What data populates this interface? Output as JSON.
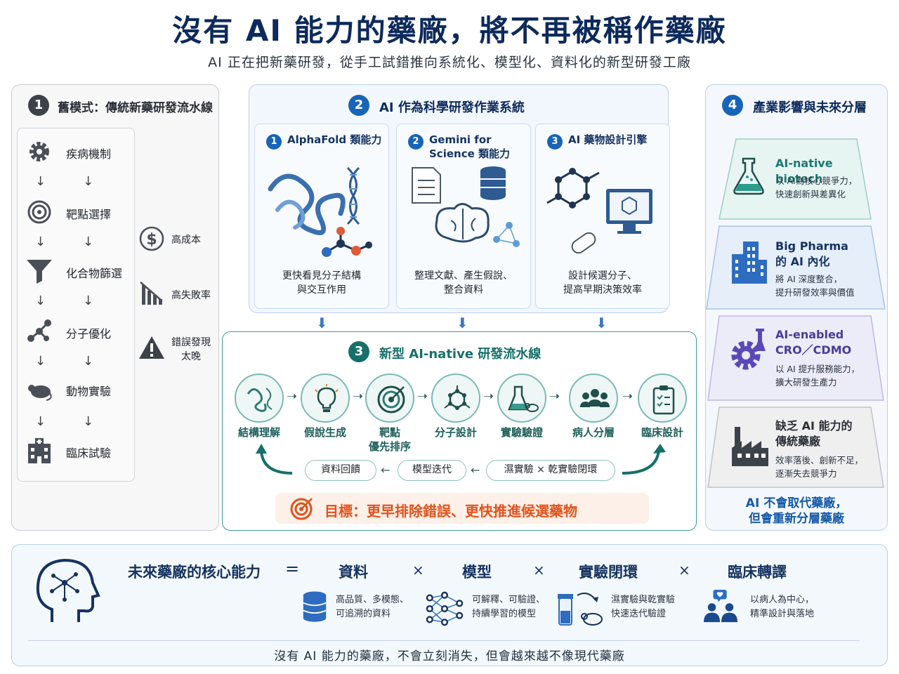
{
  "header": {
    "title": "沒有 AI 能力的藥廠，將不再被稱作藥廠",
    "subtitle": "AI 正在把新藥研發，從手工試錯推向系統化、模型化、資料化的新型研發工廠"
  },
  "panel1": {
    "number": "1",
    "title": "舊模式：傳統新藥研發流水線",
    "steps": [
      "疾病機制",
      "靶點選擇",
      "化合物篩選",
      "分子優化",
      "動物實驗",
      "臨床試驗"
    ],
    "costs": [
      "高成本",
      "高失敗率",
      "錯誤發現",
      "太晚"
    ]
  },
  "panel2": {
    "number": "2",
    "title": "AI 作為科學研發作業系統",
    "cards": [
      {
        "number": "1",
        "title_line1": "AlphaFold 類能力",
        "title_line2": "",
        "desc_line1": "更快看見分子結構",
        "desc_line2": "與交互作用"
      },
      {
        "number": "2",
        "title_line1": "Gemini for",
        "title_line2": "Science 類能力",
        "desc_line1": "整理文獻、產生假說、",
        "desc_line2": "整合資料"
      },
      {
        "number": "3",
        "title_line1": "AI 藥物設計引擎",
        "title_line2": "",
        "desc_line1": "設計候選分子、",
        "desc_line2": "提高早期決策效率"
      }
    ]
  },
  "panel3": {
    "number": "3",
    "title": "新型 AI-native 研發流水線",
    "nodes": [
      "結構理解",
      "假說生成",
      "靶點",
      "分子設計",
      "實驗驗證",
      "病人分層",
      "臨床設計"
    ],
    "node3_line2": "優先排序",
    "loop": [
      "資料回饋",
      "模型迭代",
      "濕實驗 × 乾實驗閉環"
    ],
    "goal": "目標：更早排除錯誤、更快推進候選藥物"
  },
  "panel4": {
    "number": "4",
    "title": "產業影響與未來分層",
    "layers": [
      {
        "title_line1": "AI-native biotech",
        "title_line2": "",
        "desc_line1": "以 AI為核心競爭力，",
        "desc_line2": "快速創新與差異化",
        "color": "#1a7a72"
      },
      {
        "title_line1": "Big Pharma",
        "title_line2": "的 AI 內化",
        "desc_line1": "將 AI 深度整合，",
        "desc_line2": "提升研發效率與價值",
        "color": "#15335f"
      },
      {
        "title_line1": "AI-enabled",
        "title_line2": "CRO／CDMO",
        "desc_line1": "以 AI 提升服務能力，",
        "desc_line2": "擴大研發生產力",
        "color": "#4b3a9a"
      },
      {
        "title_line1": "缺乏 AI 能力的",
        "title_line2": "傳統藥廠",
        "desc_line1": "效率落後、創新不足，",
        "desc_line2": "逐漸失去競爭力",
        "color": "#2b2f35"
      }
    ],
    "foot_line1": "AI 不會取代藥廠，",
    "foot_line2": "但會重新分層藥廠"
  },
  "panel5": {
    "title": "未來藥廠的核心能力",
    "equals": "=",
    "times": "×",
    "caps": [
      {
        "name": "資料",
        "desc_line1": "高品質、多模態、",
        "desc_line2": "可追溯的資料"
      },
      {
        "name": "模型",
        "desc_line1": "可解釋、可驗證、",
        "desc_line2": "持續學習的模型"
      },
      {
        "name": "實驗閉環",
        "desc_line1": "濕實驗與乾實驗",
        "desc_line2": "快速迭代驗證"
      },
      {
        "name": "臨床轉譯",
        "desc_line1": "以病人為中心，",
        "desc_line2": "精準設計與落地"
      }
    ],
    "footer": "沒有 AI 能力的藥廠，不會立刻消失，但會越來越不像現代藥廠"
  },
  "colors": {
    "navy": "#0d2a5c",
    "blue": "#1764b8",
    "teal": "#16706a",
    "orange": "#e2521c"
  }
}
